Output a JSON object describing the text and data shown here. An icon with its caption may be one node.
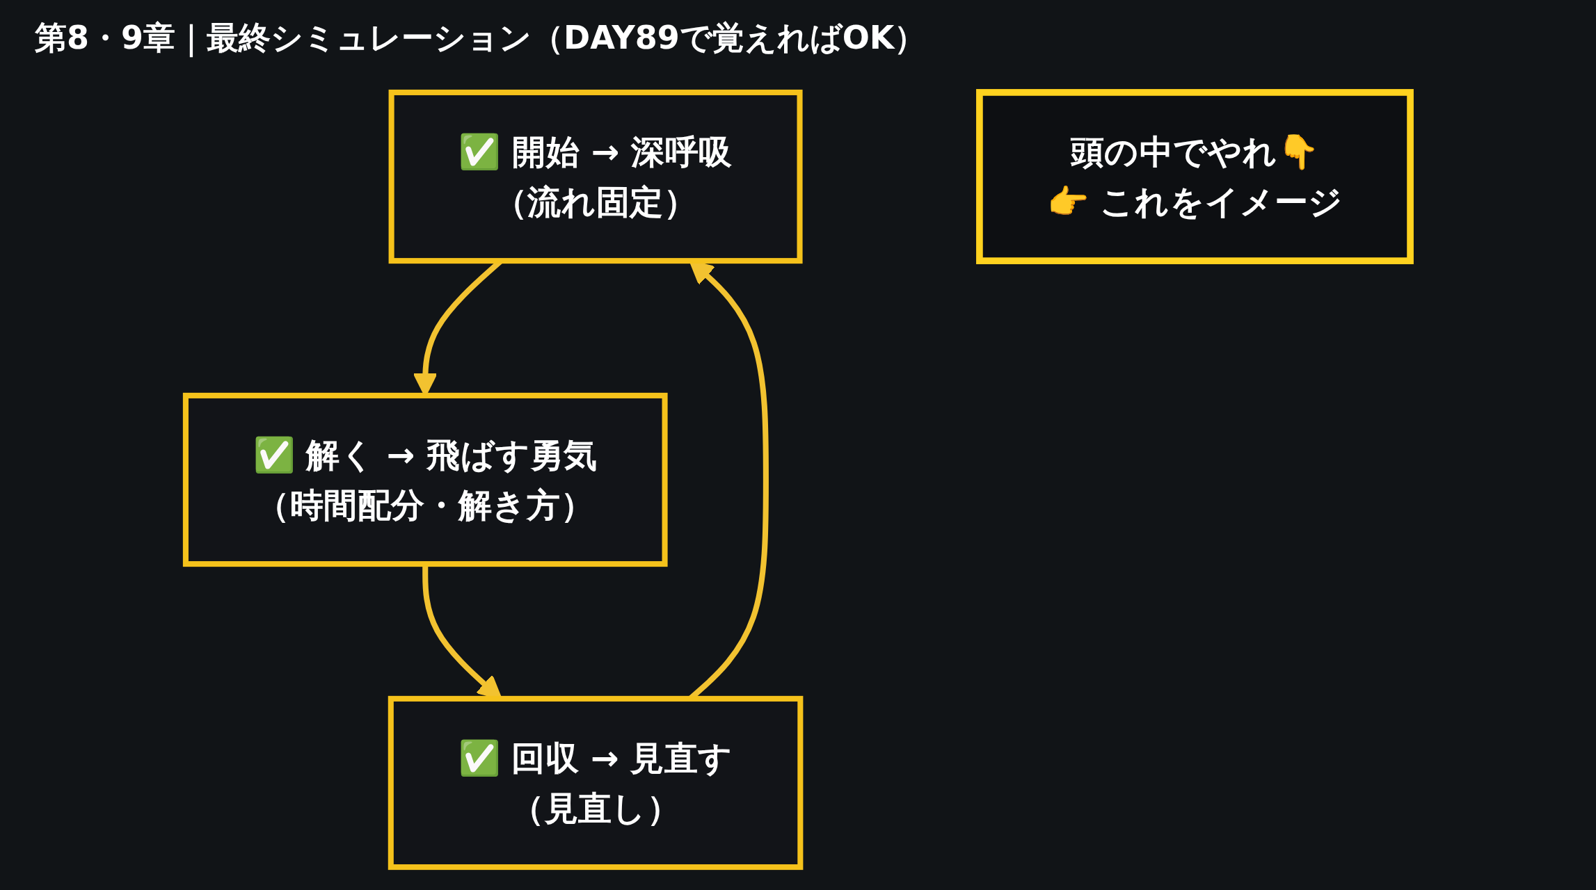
{
  "diagram": {
    "title": "第8・9章｜最終シミュレーション（DAY89で覚えればOK）",
    "nodes": [
      {
        "text": [
          "✅ 開始 → 深呼吸",
          "（流れ固定）"
        ]
      },
      {
        "text": [
          "頭の中でやれ👇",
          "👉 これをイメージ"
        ]
      },
      {
        "text": [
          "✅ 回収 → 見直す",
          "（見直し）"
        ]
      },
      {
        "text": [
          "✅ 解く → 飛ばす勇気",
          "（時間配分・解き方）"
        ]
      }
    ],
    "edges": [
      {
        "from": 0,
        "to": 3,
        "arrow": "to"
      },
      {
        "from": 3,
        "to": 2,
        "arrow": "to"
      },
      {
        "from": 2,
        "to": 0,
        "arrow": "to"
      }
    ]
  }
}
